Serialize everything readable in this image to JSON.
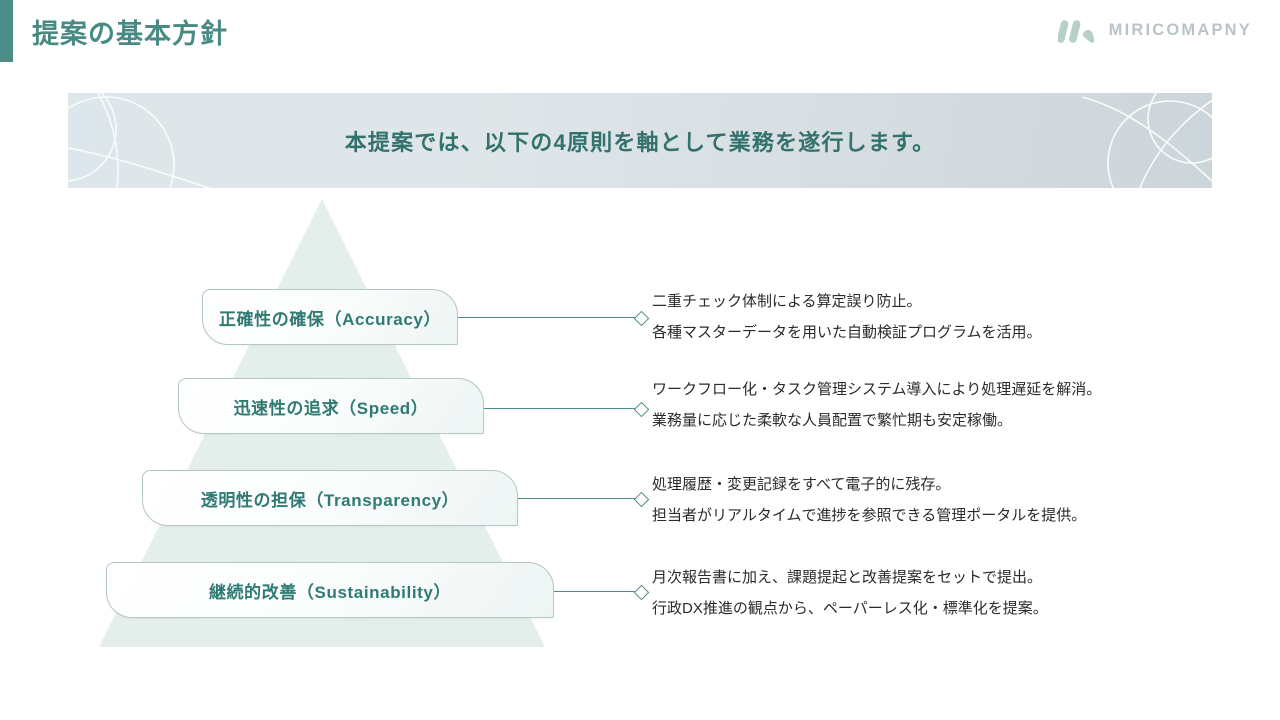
{
  "header": {
    "title": "提案の基本方針",
    "accent_color": "#4a8a84",
    "logo": {
      "mark_name": "miricomapny-logo-mark",
      "name": "MIRICOMAPNY",
      "color": "#b9c4c6"
    }
  },
  "banner": {
    "headline": "本提案では、以下の4原則を軸として業務を遂行します。",
    "text_color": "#33716d",
    "background_color": "#dde6ea"
  },
  "pyramid": {
    "fill_color": "#e3edea"
  },
  "principles": [
    {
      "label": "正確性の確保（Accuracy）",
      "lines": [
        "二重チェック体制による算定誤り防止。",
        "各種マスターデータを用いた自動検証プログラムを活用。"
      ]
    },
    {
      "label": "迅速性の追求（Speed）",
      "lines": [
        "ワークフロー化・タスク管理システム導入により処理遅延を解消。",
        "業務量に応じた柔軟な人員配置で繁忙期も安定稼働。"
      ]
    },
    {
      "label": "透明性の担保（Transparency）",
      "lines": [
        "処理履歴・変更記録をすべて電子的に残存。",
        "担当者がリアルタイムで進捗を参照できる管理ポータルを提供。"
      ]
    },
    {
      "label": "継続的改善（Sustainability）",
      "lines": [
        "月次報告書に加え、課題提起と改善提案をセットで提出。",
        "行政DX推進の観点から、ペーパーレス化・標準化を提案。"
      ]
    }
  ]
}
